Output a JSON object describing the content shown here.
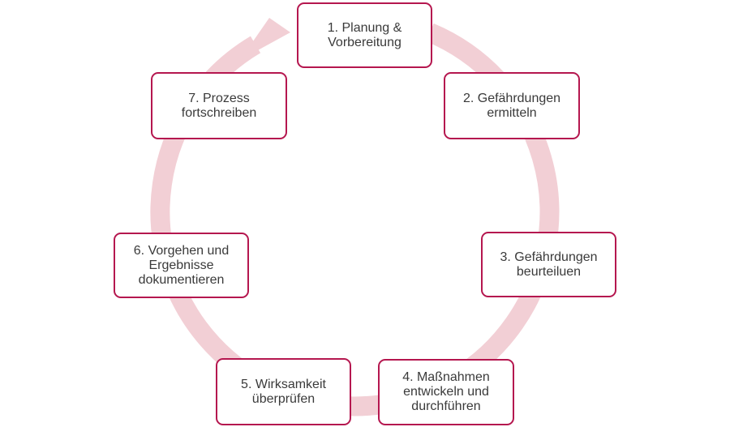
{
  "colors": {
    "accent": "#b5174f",
    "ring": "#f2cfd5",
    "text": "#3a3a3a"
  },
  "steps": [
    {
      "label": "1. Planung &\nVorbereitung"
    },
    {
      "label": "2. Gefährdungen\nermitteln"
    },
    {
      "label": "3. Gefährdungen\nbeurteiluen"
    },
    {
      "label": "4. Maßnahmen\nentwickeln und\ndurchführen"
    },
    {
      "label": "5. Wirksamkeit\nüberprüfen"
    },
    {
      "label": "6. Vorgehen und\nErgebnisse\ndokumentieren"
    },
    {
      "label": "7. Prozess\nfortschreiben"
    }
  ]
}
